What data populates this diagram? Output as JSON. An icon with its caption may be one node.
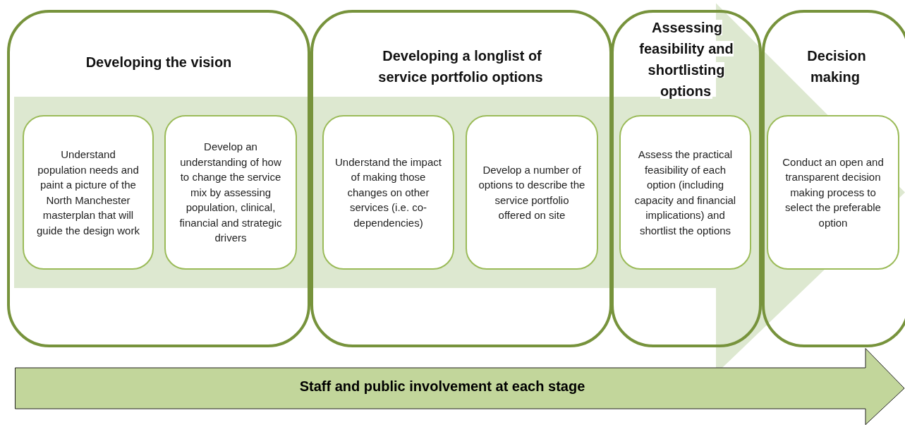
{
  "diagram": {
    "nodes": [
      {
        "text": [
          "Developing the vision"
        ]
      },
      {
        "text": [
          "Understand population needs and paint a picture of the North Manchester masterplan that will guide the design work"
        ],
        "in": 0
      },
      {
        "text": [
          "Develop an understanding of how to change the service mix by assessing population, clinical, financial and strategic drivers"
        ],
        "in": 0
      },
      {
        "text": [
          "Developing a longlist of service portfolio options"
        ]
      },
      {
        "text": [
          "Understand the impact of making those changes on other services (i.e. co-dependencies)"
        ],
        "in": 3
      },
      {
        "text": [
          "Develop a number of options to describe the service portfolio offered on site"
        ],
        "in": 3
      },
      {
        "text": [
          "Assessing feasibility and shortlisting options"
        ]
      },
      {
        "text": [
          "Assess the practical feasibility of each option (including capacity and financial implications) and shortlist the options"
        ],
        "in": 6
      },
      {
        "text": [
          "Decision making"
        ]
      },
      {
        "text": [
          "Conduct an open and transparent decision making process to select the preferable option"
        ],
        "in": 8
      },
      {
        "text": [
          "Staff and public involvement at each stage"
        ]
      }
    ],
    "edges": [
      {
        "from": 1,
        "to": 9,
        "arrow": "to"
      }
    ]
  }
}
